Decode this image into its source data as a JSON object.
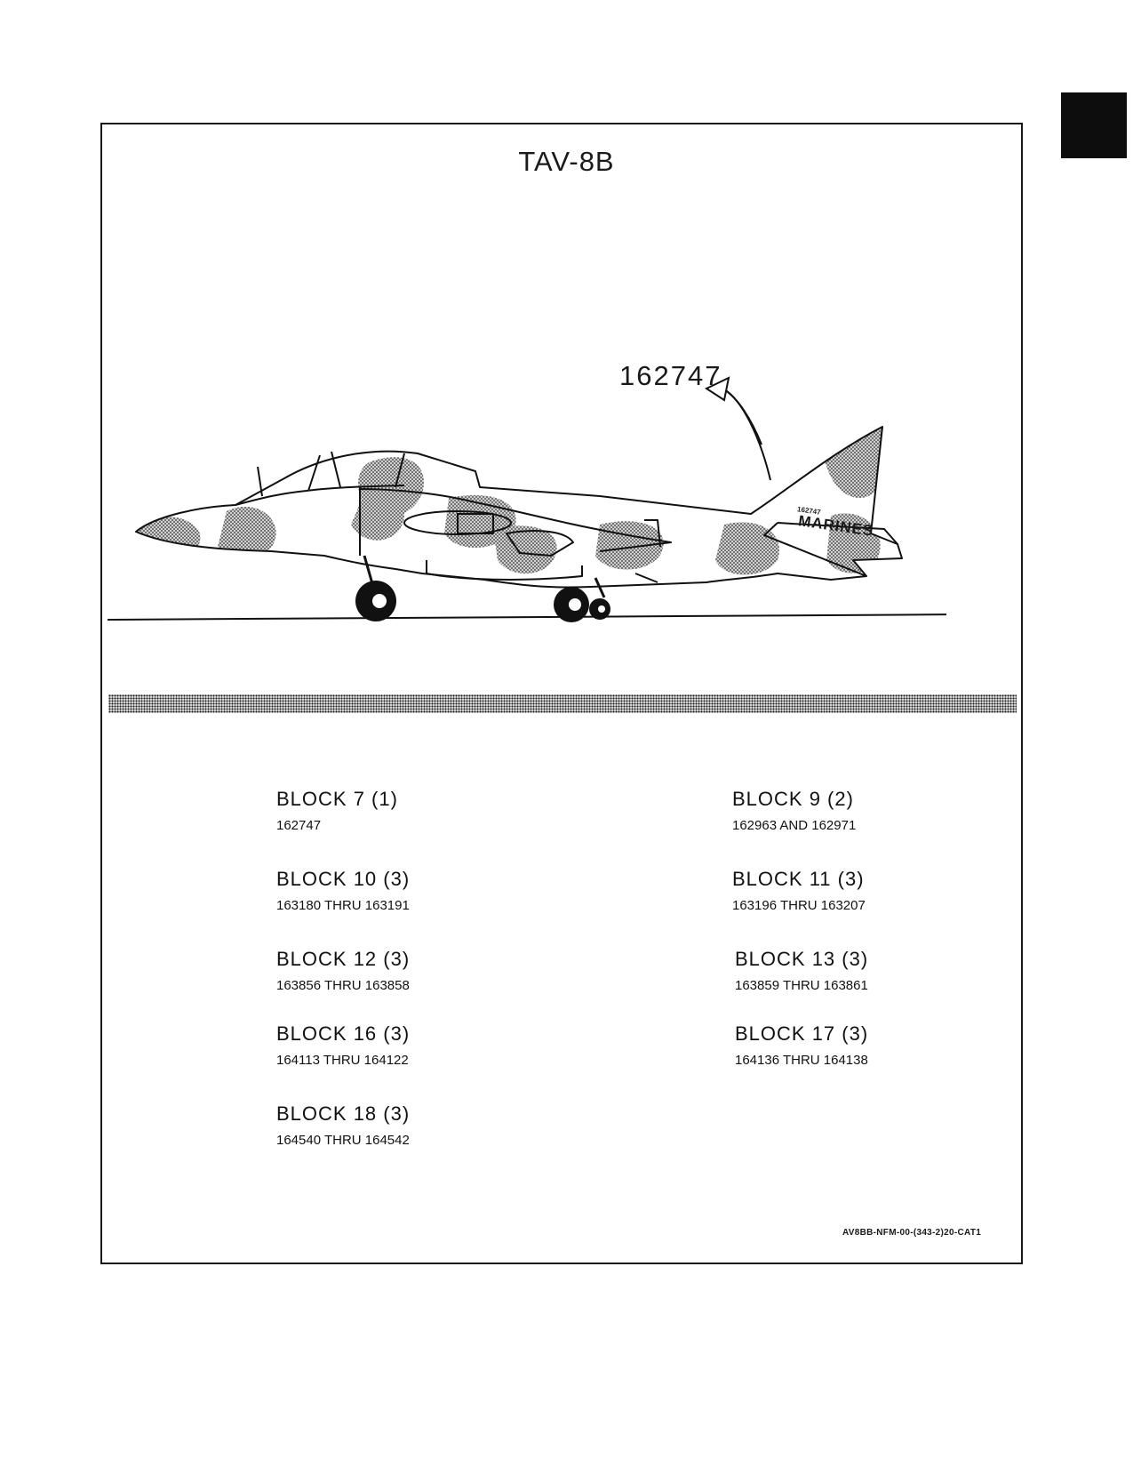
{
  "page": {
    "title": "TAV-8B",
    "serial_callout": "162747",
    "aircraft_markings": {
      "tail_number": "162747",
      "service": "MARINES"
    },
    "blocks": [
      {
        "name": "BLOCK 7 (1)",
        "serials": "162747"
      },
      {
        "name": "BLOCK 9 (2)",
        "serials": "162963 AND 162971"
      },
      {
        "name": "BLOCK 10 (3)",
        "serials": "163180 THRU 163191"
      },
      {
        "name": "BLOCK 11 (3)",
        "serials": "163196 THRU 163207"
      },
      {
        "name": "BLOCK 12 (3)",
        "serials": "163856 THRU 163858"
      },
      {
        "name": "BLOCK 13 (3)",
        "serials": "163859 THRU 163861"
      },
      {
        "name": "BLOCK 16 (3)",
        "serials": "164113 THRU 164122"
      },
      {
        "name": "BLOCK 17 (3)",
        "serials": "164136 THRU 164138"
      },
      {
        "name": "BLOCK 18 (3)",
        "serials": "164540 THRU 164542"
      }
    ],
    "figure_id": "AV8BB-NFM-00-(343-2)20-CAT1"
  },
  "icons": [
    "aircraft-illustration",
    "callout-arrow-icon",
    "section-thumb-tab"
  ]
}
